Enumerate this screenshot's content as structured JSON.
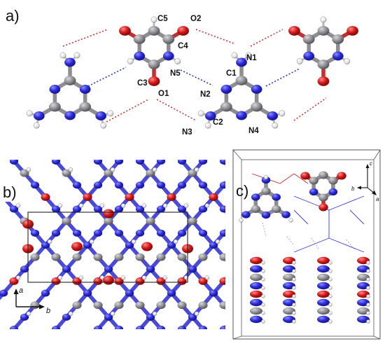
{
  "panels": {
    "a": {
      "label": "a)"
    },
    "b": {
      "label": "b)"
    },
    "c": {
      "label": "c)"
    }
  },
  "atom_labels": {
    "C5": "C5",
    "O2": "O2",
    "C4": "C4",
    "N1": "N1",
    "C1": "C1",
    "C3": "C3",
    "N5": "N5",
    "N2": "N2",
    "O1": "O1",
    "N3": "N3",
    "C2": "C2",
    "N4": "N4"
  },
  "axes_b": {
    "vertical": "a",
    "horizontal": "b"
  },
  "axes_c": {
    "up": "c",
    "left": "b",
    "right": "a"
  },
  "colors": {
    "carbon": "#8e8e92",
    "nitrogen": "#3535d0",
    "oxygen": "#d41818",
    "hydrogen": "#f0f0f0",
    "hbond_red": "#c0392b",
    "hbond_blue": "#2a3aa6"
  }
}
